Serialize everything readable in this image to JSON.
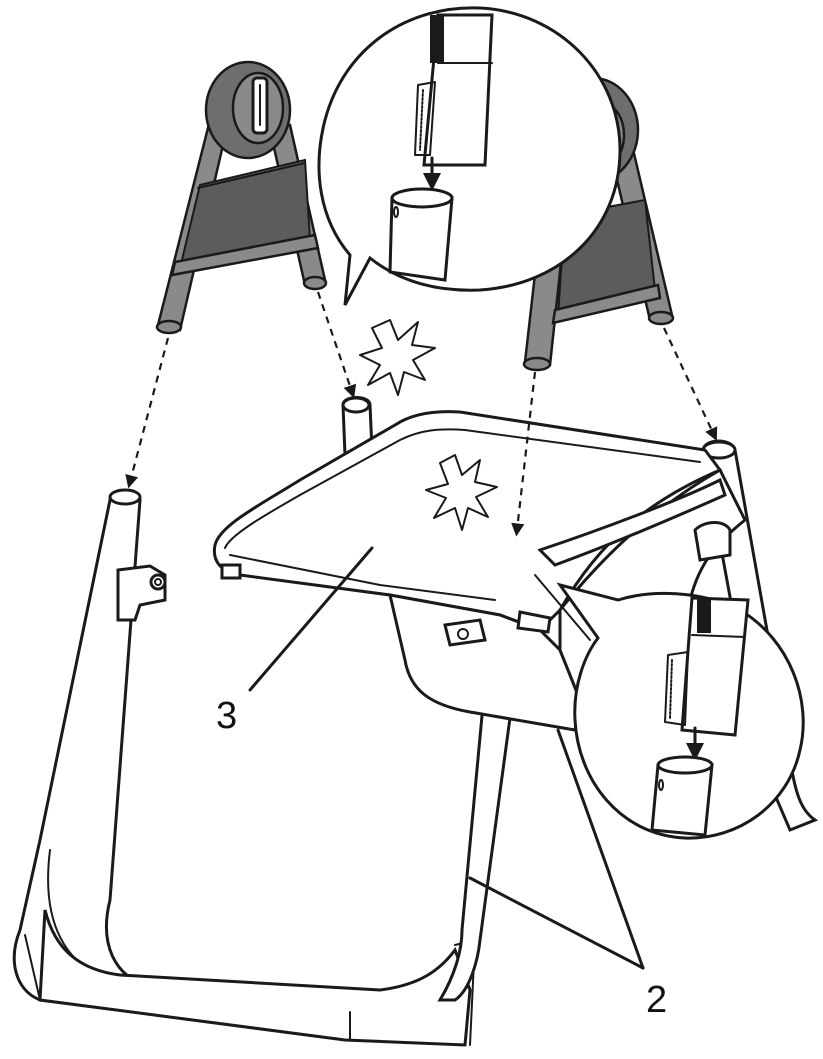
{
  "diagram": {
    "callouts": [
      {
        "id": "3",
        "label": "3"
      },
      {
        "id": "2",
        "label": "2"
      }
    ],
    "click_indicators": [
      "click-burst-upper",
      "click-burst-lower"
    ],
    "colors": {
      "line": "#1a1a1a",
      "part_grey": "#8a8a8a",
      "part_dark": "#6e6e6e",
      "background": "#ffffff"
    }
  }
}
